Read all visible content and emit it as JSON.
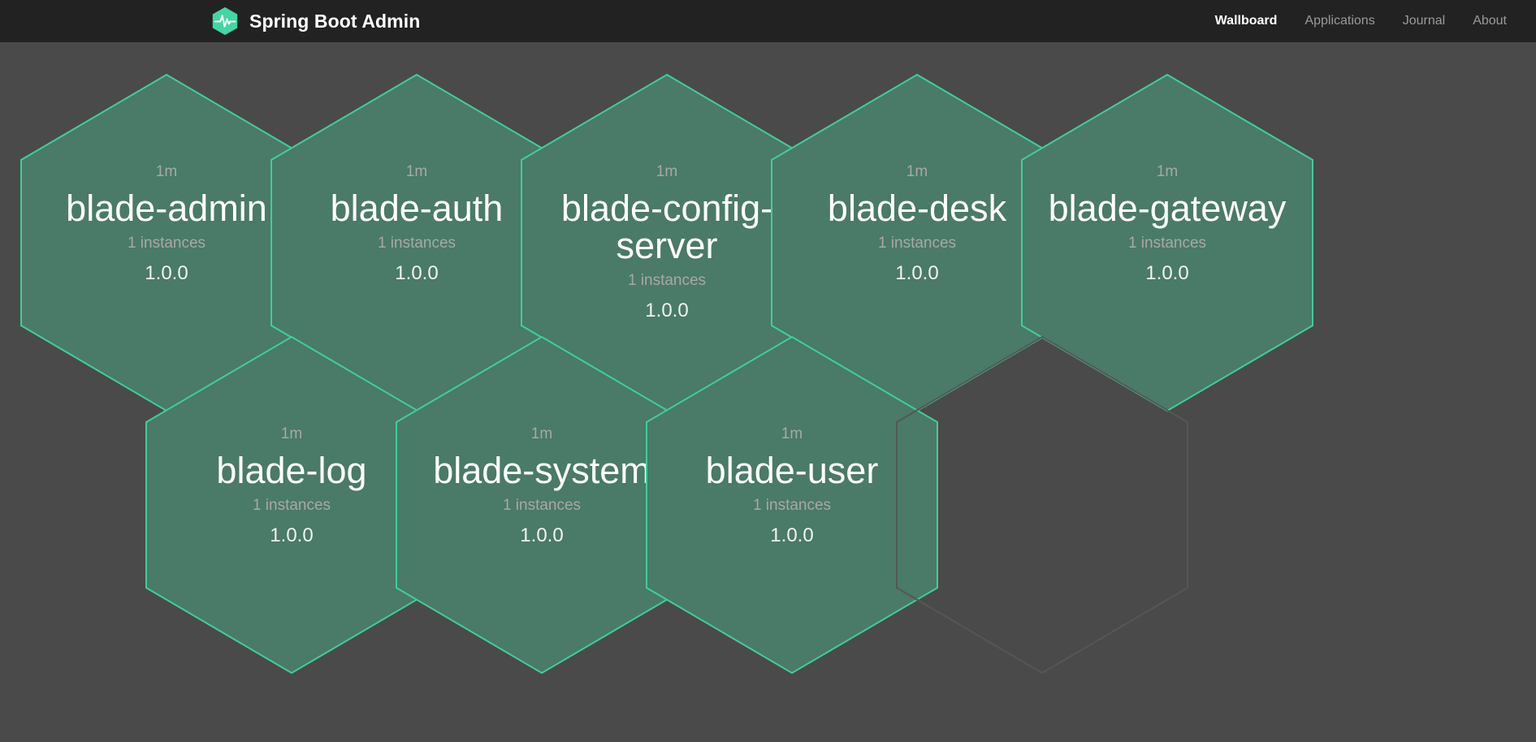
{
  "header": {
    "brand": {
      "title": "Spring Boot Admin",
      "logo_icon": "heartbeat-hexagon-logo",
      "logo_color": "#42d6a4"
    },
    "nav": [
      {
        "label": "Wallboard",
        "active": true
      },
      {
        "label": "Applications",
        "active": false
      },
      {
        "label": "Journal",
        "active": false
      },
      {
        "label": "About",
        "active": false
      }
    ]
  },
  "theme": {
    "page_background": "#4a4a4a",
    "navbar_background": "#222222",
    "hex_fill": "#4a7a68",
    "hex_border": "#3ecf9a",
    "hex_placeholder_border": "#525252",
    "text_primary": "#ffffff",
    "text_muted": "#a8a8a8"
  },
  "wallboard": {
    "applications": [
      {
        "name": "blade-admin",
        "uptime": "1m",
        "instances": "1 instances",
        "version": "1.0.0",
        "status": "up"
      },
      {
        "name": "blade-auth",
        "uptime": "1m",
        "instances": "1 instances",
        "version": "1.0.0",
        "status": "up"
      },
      {
        "name": "blade-config-server",
        "uptime": "1m",
        "instances": "1 instances",
        "version": "1.0.0",
        "status": "up"
      },
      {
        "name": "blade-desk",
        "uptime": "1m",
        "instances": "1 instances",
        "version": "1.0.0",
        "status": "up"
      },
      {
        "name": "blade-gateway",
        "uptime": "1m",
        "instances": "1 instances",
        "version": "1.0.0",
        "status": "up"
      },
      {
        "name": "blade-log",
        "uptime": "1m",
        "instances": "1 instances",
        "version": "1.0.0",
        "status": "up"
      },
      {
        "name": "blade-system",
        "uptime": "1m",
        "instances": "1 instances",
        "version": "1.0.0",
        "status": "up"
      },
      {
        "name": "blade-user",
        "uptime": "1m",
        "instances": "1 instances",
        "version": "1.0.0",
        "status": "up"
      }
    ]
  }
}
